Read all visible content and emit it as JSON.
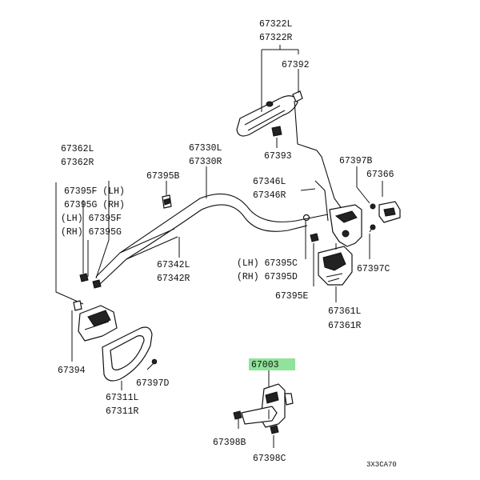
{
  "labels": {
    "p67322L": "67322L",
    "p67322R": "67322R",
    "p67392": "67392",
    "p67393": "67393",
    "p67362L": "67362L",
    "p67362R": "67362R",
    "p67330L": "67330L",
    "p67330R": "67330R",
    "p67397B": "67397B",
    "p67366": "67366",
    "p67395B": "67395B",
    "p67346L": "67346L",
    "p67346R": "67346R",
    "p67395F_LH": "67395F (LH)",
    "p67395G_RH": "67395G (RH)",
    "lh_67395F": "(LH) 67395F",
    "rh_67395G": "(RH) 67395G",
    "p67342L": "67342L",
    "p67342R": "67342R",
    "lh_67395C": "(LH) 67395C",
    "rh_67395D": "(RH) 67395D",
    "p67397C": "67397C",
    "p67395E": "67395E",
    "p67361L": "67361L",
    "p67361R": "67361R",
    "p67394": "67394",
    "p67397D": "67397D",
    "p67311L": "67311L",
    "p67311R": "67311R",
    "p67003": "67003",
    "p67398B": "67398B",
    "p67398C": "67398C",
    "code": "3X3CA70"
  },
  "colors": {
    "highlight": "#8fe39a",
    "ink": "#111111"
  }
}
